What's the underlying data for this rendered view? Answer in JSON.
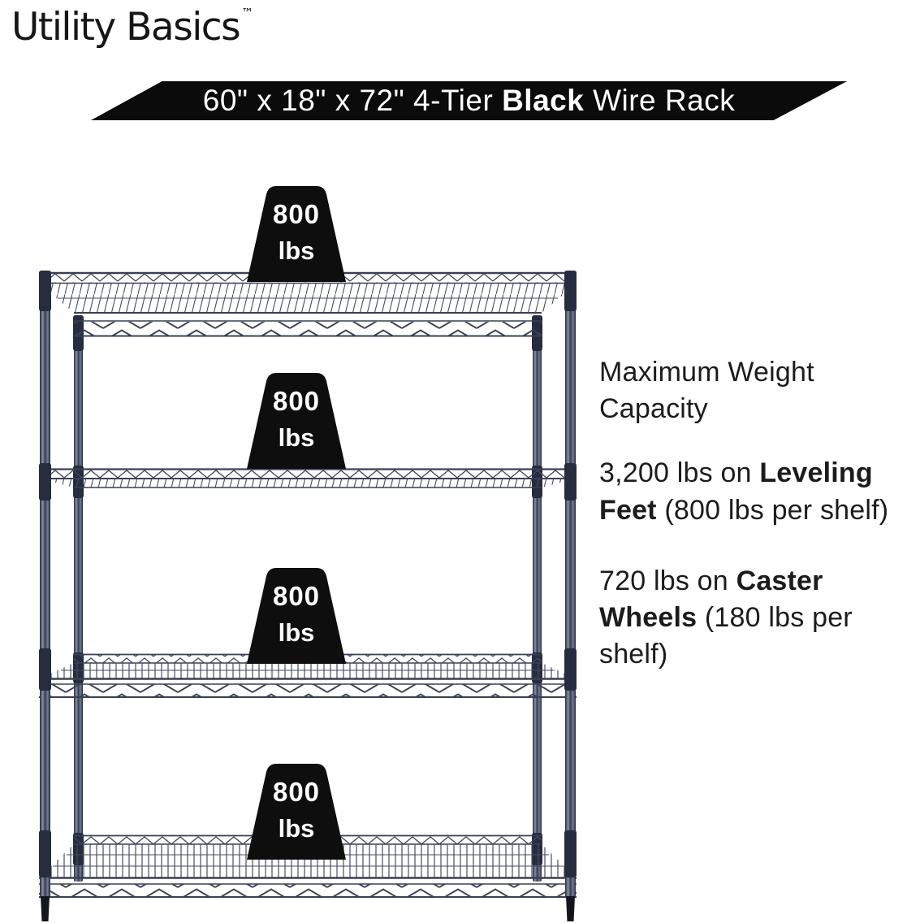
{
  "brand": {
    "name": "Utility Basics",
    "trademark": "™"
  },
  "banner": {
    "text_prefix": "60\" x 18\" x 72\" 4-Tier ",
    "text_bold": "Black",
    "text_suffix": " Wire Rack"
  },
  "weights": [
    {
      "value": "800",
      "unit": "lbs"
    },
    {
      "value": "800",
      "unit": "lbs"
    },
    {
      "value": "800",
      "unit": "lbs"
    },
    {
      "value": "800",
      "unit": "lbs"
    }
  ],
  "info": {
    "heading": "Maximum Weight Capacity",
    "items": [
      {
        "prefix": "3,200 lbs on ",
        "bold": "Leveling Feet",
        "suffix": " (800 lbs per shelf)"
      },
      {
        "prefix": "720 lbs on ",
        "bold": "Caster Wheels",
        "suffix": " (180 lbs per shelf)"
      }
    ]
  },
  "rack": {
    "tiers": 4,
    "finish": "Black"
  },
  "colors": {
    "banner_background": "#0b0b0b",
    "banner_text": "#ffffff",
    "badge_background": "#0e0e0e",
    "badge_text": "#ffffff",
    "wire": "#3f4457",
    "body_text": "#1c1c1c"
  }
}
